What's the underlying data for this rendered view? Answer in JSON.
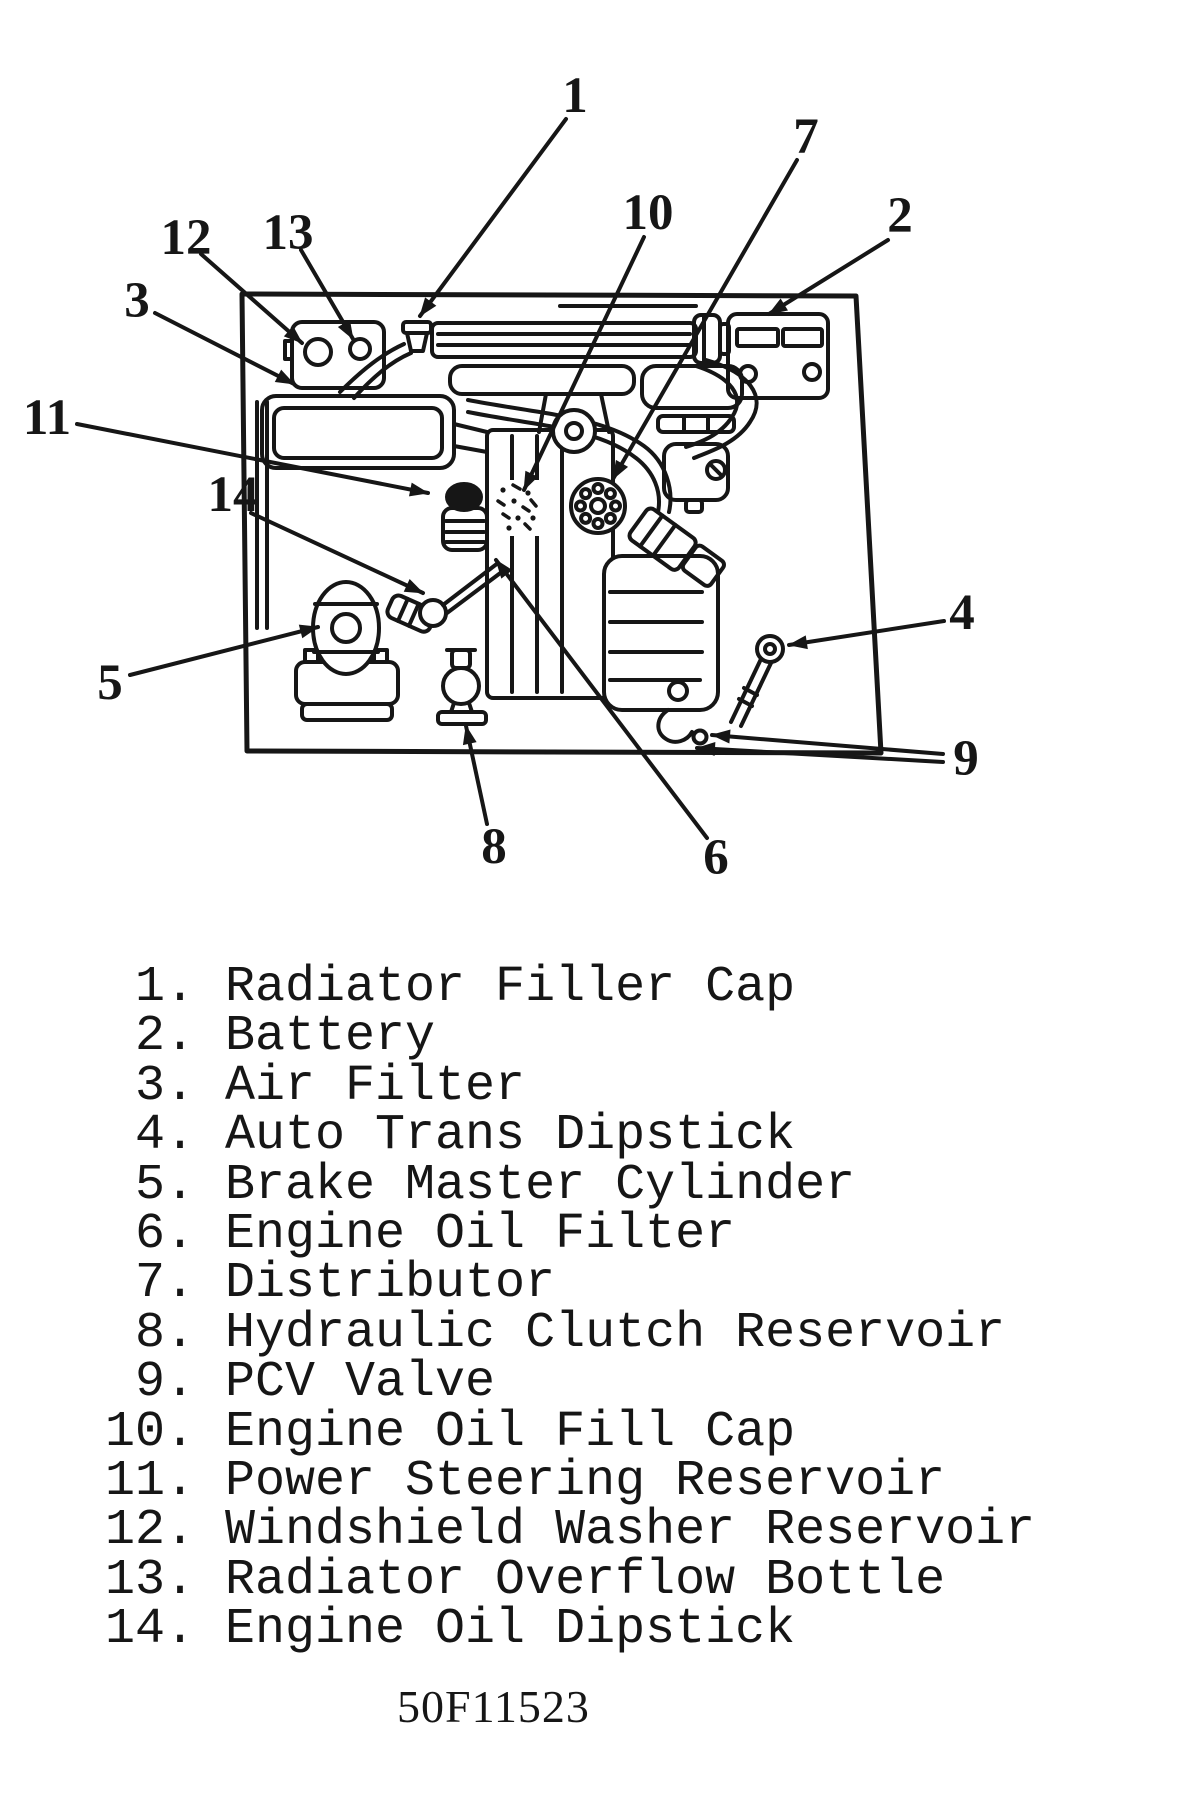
{
  "page": {
    "background": "#ffffff",
    "ink": "#161616"
  },
  "diagram": {
    "figure_code": "50F11523",
    "callouts": [
      {
        "label": "1"
      },
      {
        "label": "2"
      },
      {
        "label": "3"
      },
      {
        "label": "4"
      },
      {
        "label": "5"
      },
      {
        "label": "6"
      },
      {
        "label": "7"
      },
      {
        "label": "8"
      },
      {
        "label": "9"
      },
      {
        "label": "10"
      },
      {
        "label": "11"
      },
      {
        "label": "12"
      },
      {
        "label": "13"
      },
      {
        "label": "14"
      }
    ]
  },
  "legend": {
    "items": [
      {
        "num": " 1.",
        "label": "Radiator Filler Cap"
      },
      {
        "num": " 2.",
        "label": "Battery"
      },
      {
        "num": " 3.",
        "label": "Air Filter"
      },
      {
        "num": " 4.",
        "label": "Auto Trans Dipstick"
      },
      {
        "num": " 5.",
        "label": "Brake Master Cylinder"
      },
      {
        "num": " 6.",
        "label": "Engine Oil Filter"
      },
      {
        "num": " 7.",
        "label": "Distributor"
      },
      {
        "num": " 8.",
        "label": "Hydraulic Clutch Reservoir"
      },
      {
        "num": " 9.",
        "label": "PCV Valve"
      },
      {
        "num": "10.",
        "label": "Engine Oil Fill Cap"
      },
      {
        "num": "11.",
        "label": "Power Steering Reservoir"
      },
      {
        "num": "12.",
        "label": "Windshield Washer Reservoir"
      },
      {
        "num": "13.",
        "label": "Radiator Overflow Bottle"
      },
      {
        "num": "14.",
        "label": "Engine Oil Dipstick"
      }
    ]
  }
}
